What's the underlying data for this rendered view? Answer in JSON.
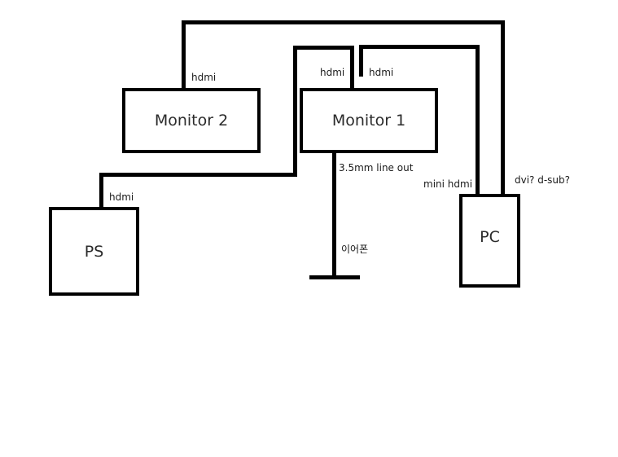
{
  "devices": {
    "monitor2": "Monitor 2",
    "monitor1": "Monitor 1",
    "ps": "PS",
    "pc": "PC"
  },
  "ports": {
    "monitor2_hdmi": "hdmi",
    "monitor1_hdmi_left": "hdmi",
    "monitor1_hdmi_right": "hdmi",
    "ps_hdmi": "hdmi",
    "monitor1_audio": "3.5mm line out",
    "pc_mini_hdmi": "mini hdmi",
    "pc_dvi": "dvi? d-sub?",
    "earphones": "이어폰"
  },
  "colors": {
    "line": "#000000",
    "background": "#ffffff"
  }
}
